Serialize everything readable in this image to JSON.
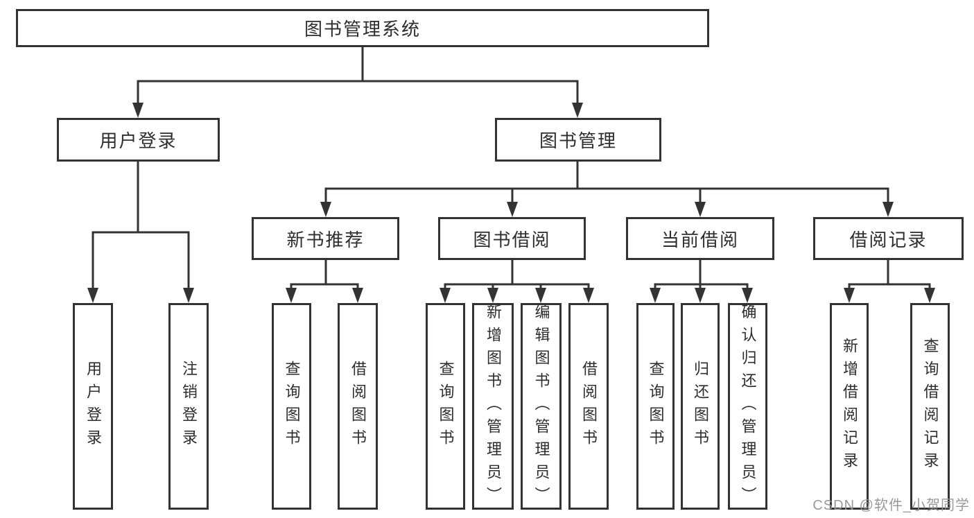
{
  "colors": {
    "line": "#333333",
    "box_border": "#333333",
    "text": "#2d2d2d",
    "watermark": "#949494",
    "background": "#ffffff"
  },
  "watermark": {
    "text": "CSDN @软件_小贺同学"
  },
  "tree": {
    "label": "图书管理系统",
    "children": [
      {
        "label": "用户登录",
        "children": [
          {
            "label": "用户登录"
          },
          {
            "label": "注销登录"
          }
        ]
      },
      {
        "label": "图书管理",
        "children": [
          {
            "label": "新书推荐",
            "children": [
              {
                "label": "查询图书"
              },
              {
                "label": "借阅图书"
              }
            ]
          },
          {
            "label": "图书借阅",
            "children": [
              {
                "label": "查询图书"
              },
              {
                "label": "新增图书（管理员）"
              },
              {
                "label": "编辑图书（管理员）"
              },
              {
                "label": "借阅图书"
              }
            ]
          },
          {
            "label": "当前借阅",
            "children": [
              {
                "label": "查询图书"
              },
              {
                "label": "归还图书"
              },
              {
                "label": "确认归还（管理员）"
              }
            ]
          },
          {
            "label": "借阅记录",
            "children": [
              {
                "label": "新增借阅记录"
              },
              {
                "label": "查询借阅记录"
              }
            ]
          }
        ]
      }
    ]
  }
}
